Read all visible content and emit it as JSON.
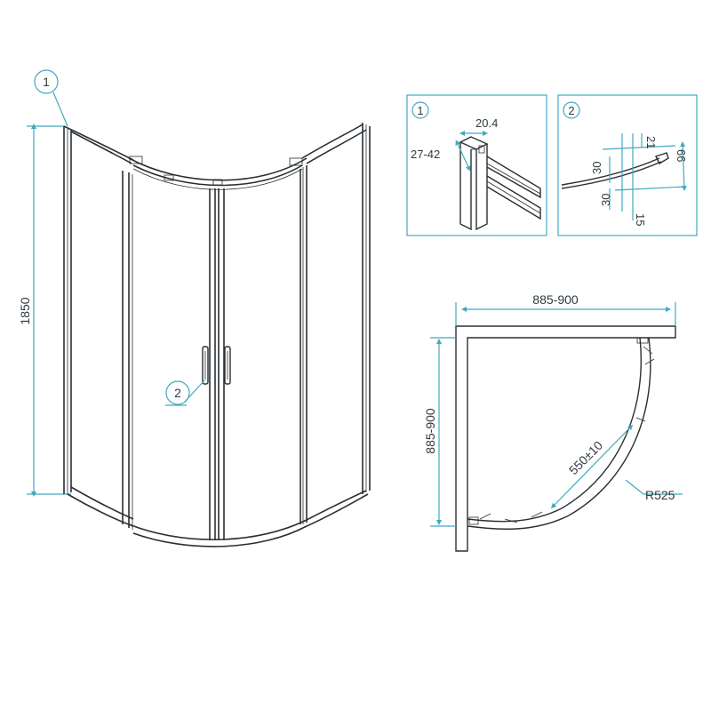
{
  "main_view": {
    "height_label": "1850",
    "callout_1": "1",
    "callout_2": "2"
  },
  "detail_1": {
    "number": "1",
    "width_label": "20.4",
    "adjust_label": "27-42"
  },
  "detail_2": {
    "number": "2",
    "label_21": "21",
    "label_66": "66",
    "label_30a": "30",
    "label_30b": "30",
    "label_15": "15"
  },
  "plan_view": {
    "width_label": "885-900",
    "depth_label": "885-900",
    "opening_label": "550±10",
    "radius_label": "R525"
  },
  "colors": {
    "dimension": "#3fa9c0",
    "line": "#2a2f33"
  }
}
